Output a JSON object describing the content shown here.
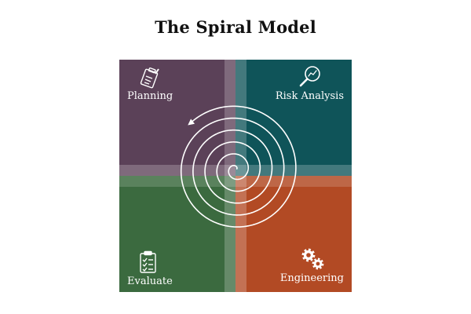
{
  "title": "The Spiral Model",
  "quadrants": {
    "planning": {
      "label": "Planning",
      "color": "#5b4158",
      "icon": "clipboard-pencil-icon"
    },
    "risk": {
      "label": "Risk Analysis",
      "color": "#0f5459",
      "icon": "magnifier-chart-icon"
    },
    "evaluate": {
      "label": "Evaluate",
      "color": "#3b6a3f",
      "icon": "checklist-icon"
    },
    "engineering": {
      "label": "Engineering",
      "color": "#b24a24",
      "icon": "gears-icon"
    }
  },
  "colors": {
    "band": "#ffffff",
    "spiral": "#ffffff"
  }
}
